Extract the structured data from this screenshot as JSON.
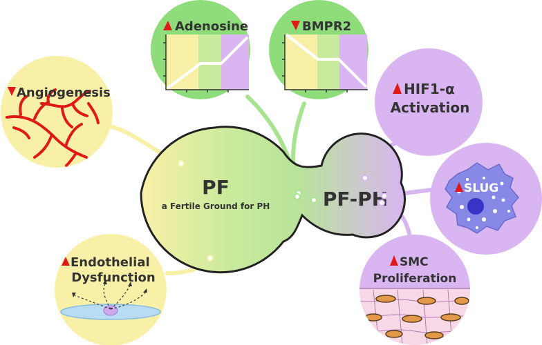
{
  "colors": {
    "yellow_bubble": "#f9f0a8",
    "green_bubble": "#8fdc7a",
    "purple_bubble": "#d9b6f2",
    "purple_dark": "#b995ea",
    "vessel_red": "#e01818",
    "arrow_red": "#e01818",
    "outline": "#222222",
    "text": "#333333"
  },
  "center": {
    "pf_title": "PF",
    "pf_subtitle": "a Fertile Ground for PH",
    "pfph_title": "PF-PH"
  },
  "nodes": {
    "angiogenesis": {
      "label": "Angiogenesis",
      "direction": "down"
    },
    "endothelial": {
      "line1": "Endothelial",
      "line2": "Dysfunction",
      "direction": "up"
    },
    "adenosine": {
      "label": "Adenosine",
      "direction": "up"
    },
    "bmpr2": {
      "label": "BMPR2",
      "direction": "down"
    },
    "hif1a": {
      "line1": "HIF1-α",
      "line2": "Activation",
      "direction": "up"
    },
    "slug": {
      "label": "SLUG",
      "direction": "up"
    },
    "smc": {
      "line1": "SMC",
      "line2": "Proliferation",
      "direction": "up"
    }
  },
  "icons": {
    "up": "red-up-triangle",
    "down": "red-down-triangle"
  }
}
